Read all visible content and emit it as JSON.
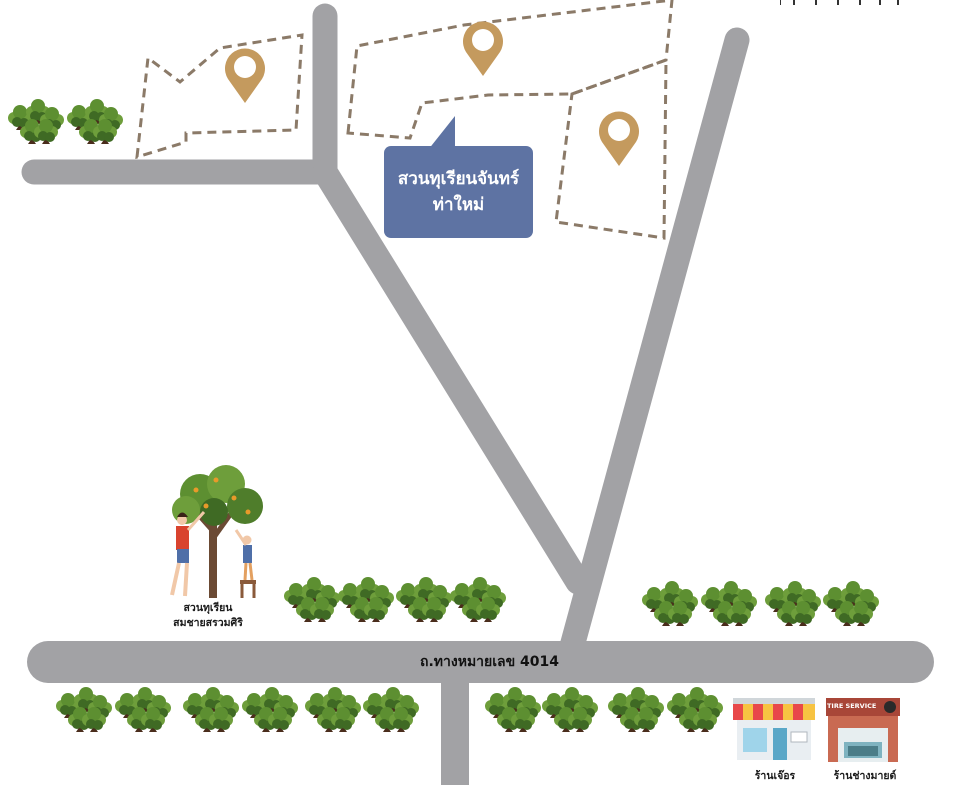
{
  "title": {
    "line1": "สวนทุเรียนจันทร์",
    "line2": "ท่าใหม่"
  },
  "landmarks": {
    "orchard_line1": "สวนทุเรียน",
    "orchard_line2": "สมชายสรวมศิริ",
    "shop1": "ร้านเจ๊อร",
    "shop2": "ร้านช่างมายด์",
    "tire_sign": "TIRE SERVICE"
  },
  "road_label": "ถ.ทางหมายเลข 4014",
  "colors": {
    "road": "#a2a2a5",
    "plot_border": "#8b7a68",
    "pin": "#c49a5e",
    "bubble": "#5e73a3",
    "tree_light": "#6e9e3b",
    "tree_dark": "#3f6a24",
    "trunk": "#4a2d1c",
    "awning_red": "#e8484a",
    "awning_yellow": "#f7c342"
  },
  "icons": [
    "location-pin-icon",
    "tree-icon",
    "shop-icon",
    "garage-icon",
    "farmer-icon"
  ]
}
